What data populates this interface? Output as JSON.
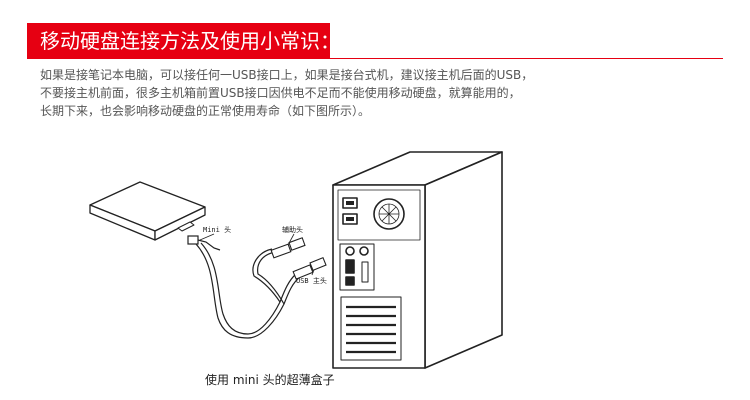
{
  "header": {
    "title": "移动硬盘连接方法及使用小常识："
  },
  "body": {
    "lines": [
      "如果是接笔记本电脑，可以接任何一USB接口上，如果是接台式机，建议接主机后面的USB，",
      "不要接主机前面，很多主机箱前置USB接口因供电不足而不能使用移动硬盘，就算能用的，",
      "长期下来，也会影响移动硬盘的正常使用寿命（如下图所示）。"
    ]
  },
  "figure": {
    "labels": {
      "mini": "Mini 头",
      "aux": "辅助头",
      "usb": "USB 主头"
    },
    "caption": "使用 mini 头的超薄盒子"
  },
  "colors": {
    "accent": "#e60012",
    "text": "#555555"
  }
}
